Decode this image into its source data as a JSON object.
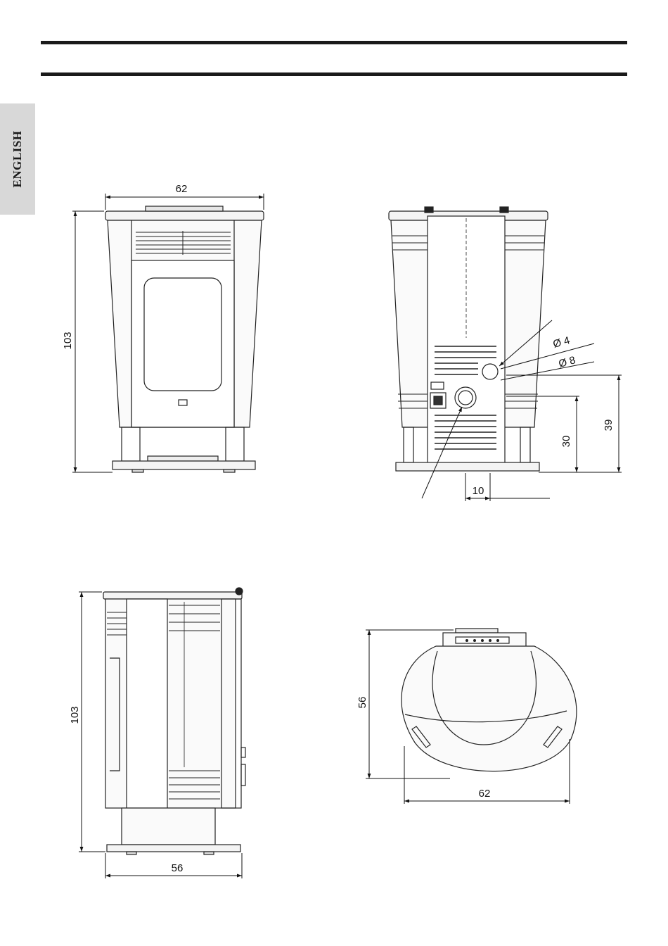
{
  "tab": {
    "label": "ENGLISH"
  },
  "front": {
    "width": "62",
    "height": "103"
  },
  "back": {
    "flue_a": "Ø 4",
    "flue_b": "Ø 8",
    "h_upper": "39",
    "h_lower": "30",
    "offset": "10"
  },
  "side": {
    "height": "103",
    "depth": "56"
  },
  "top": {
    "depth": "56",
    "width": "62"
  }
}
